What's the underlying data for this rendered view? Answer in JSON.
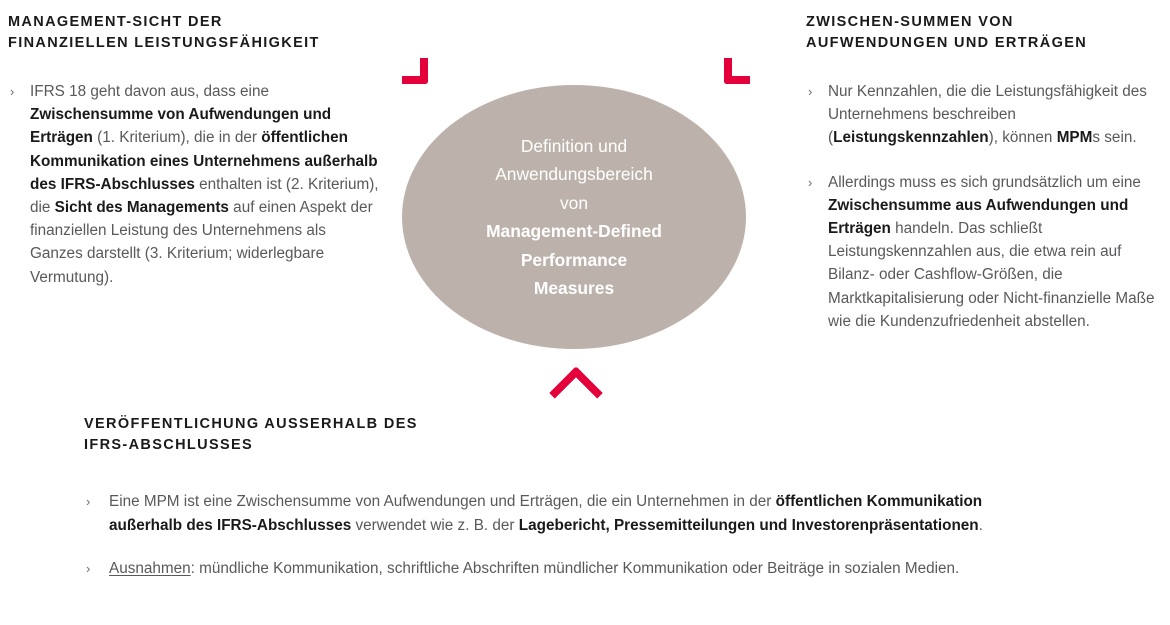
{
  "colors": {
    "accent_red": "#e4003a",
    "ellipse_fill": "#bdb2ab",
    "heading_text": "#1a1a1a",
    "body_text": "#59585a",
    "background": "#ffffff"
  },
  "bullet_marker": "›",
  "left_column": {
    "heading": "MANAGEMENT-SICHT DER\nFINANZIELLEN LEISTUNGSFÄHIGKEIT",
    "bullets": [
      {
        "marker": "›",
        "runs": [
          {
            "text": "IFRS 18 geht davon aus, dass eine ",
            "style": "normal"
          },
          {
            "text": "Zwischensumme von Aufwendungen und Erträgen",
            "style": "bold"
          },
          {
            "text": " (1. Kriterium), die in der ",
            "style": "normal"
          },
          {
            "text": "öffentlichen Kommunikation eines Unternehmens außerhalb des IFRS-Abschlusses",
            "style": "bold"
          },
          {
            "text": " enthalten ist (2. Kriterium), die ",
            "style": "normal"
          },
          {
            "text": "Sicht des Managements",
            "style": "bold"
          },
          {
            "text": " auf einen Aspekt der finanziellen Leistung des Unternehmens als Ganzes darstellt (3. Kriterium; widerlegbare Vermutung).",
            "style": "normal"
          }
        ]
      }
    ]
  },
  "right_column": {
    "heading": "ZWISCHEN-SUMMEN VON\nAUFWENDUNGEN UND ERTRÄGEN",
    "bullets": [
      {
        "marker": "›",
        "runs": [
          {
            "text": "Nur Kennzahlen, die die Leistungsfähigkeit des Unternehmens beschreiben (",
            "style": "normal"
          },
          {
            "text": "Leistungskennzahlen",
            "style": "bold"
          },
          {
            "text": "), können ",
            "style": "normal"
          },
          {
            "text": "MPM",
            "style": "bold"
          },
          {
            "text": "s sein.",
            "style": "normal"
          }
        ]
      },
      {
        "marker": "›",
        "runs": [
          {
            "text": "Allerdings muss es sich grundsätzlich um eine ",
            "style": "normal"
          },
          {
            "text": "Zwischensumme aus Aufwendungen und Erträgen",
            "style": "bold"
          },
          {
            "text": " handeln. Das schließt Leistungskennzahlen aus, die etwa rein auf Bilanz- oder Cashflow-Größen, die Marktkapitalisierung oder Nicht-finanzielle Maße wie die Kundenzufriedenheit abstellen.",
            "style": "normal"
          }
        ]
      }
    ]
  },
  "bottom_section": {
    "heading": "VERÖFFENTLICHUNG AUßERHALB DES\nIFRS-ABSCHLUSSES",
    "bullets": [
      {
        "marker": "›",
        "runs": [
          {
            "text": " Eine MPM ist eine Zwischensumme von Aufwendungen und Erträgen, die ein Unternehmen in der ",
            "style": "normal"
          },
          {
            "text": "öffentlichen Kommunikation außerhalb des IFRS-Abschlusses",
            "style": "bold"
          },
          {
            "text": " verwendet wie z. B. der ",
            "style": "normal"
          },
          {
            "text": "Lagebericht, Pressemitteilungen und Investorenpräsentationen",
            "style": "bold"
          },
          {
            "text": ".",
            "style": "normal"
          }
        ]
      },
      {
        "marker": "›",
        "runs": [
          {
            "text": "Ausnahmen",
            "style": "underline"
          },
          {
            "text": ": mündliche Kommunikation, schriftliche Abschriften mündlicher Kommunikation oder Beiträge in sozialen Medien.",
            "style": "normal"
          }
        ]
      }
    ]
  },
  "center": {
    "lines": [
      {
        "text": "Definition und",
        "style": "normal"
      },
      {
        "text": "Anwendungsbereich",
        "style": "normal"
      },
      {
        "text": "von",
        "style": "normal"
      },
      {
        "text": "Management-Defined",
        "style": "bold"
      },
      {
        "text": "Performance",
        "style": "bold"
      },
      {
        "text": "Measures",
        "style": "bold"
      }
    ],
    "brackets": [
      "bracket-top-left",
      "bracket-top-right",
      "chevron-bottom"
    ]
  }
}
